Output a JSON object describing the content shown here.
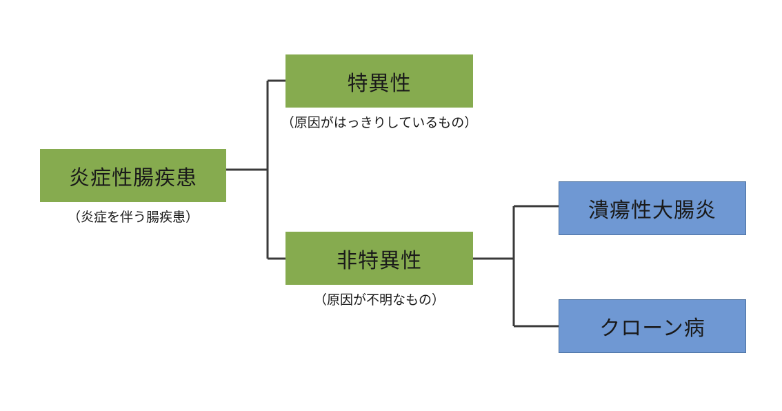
{
  "diagram": {
    "root": {
      "label": "炎症性腸疾患",
      "caption": "（炎症を伴う腸疾患）"
    },
    "specific": {
      "label": "特異性",
      "caption": "（原因がはっきりしているもの）"
    },
    "nonspecific": {
      "label": "非特異性",
      "caption": "（原因が不明なもの）"
    },
    "uc": {
      "label": "潰瘍性大腸炎"
    },
    "crohn": {
      "label": "クローン病"
    }
  },
  "colors": {
    "green_node": "#86ab4f",
    "blue_node": "#6f98d3",
    "blue_border": "#4a6f9e",
    "connector": "#3a3a3a"
  }
}
